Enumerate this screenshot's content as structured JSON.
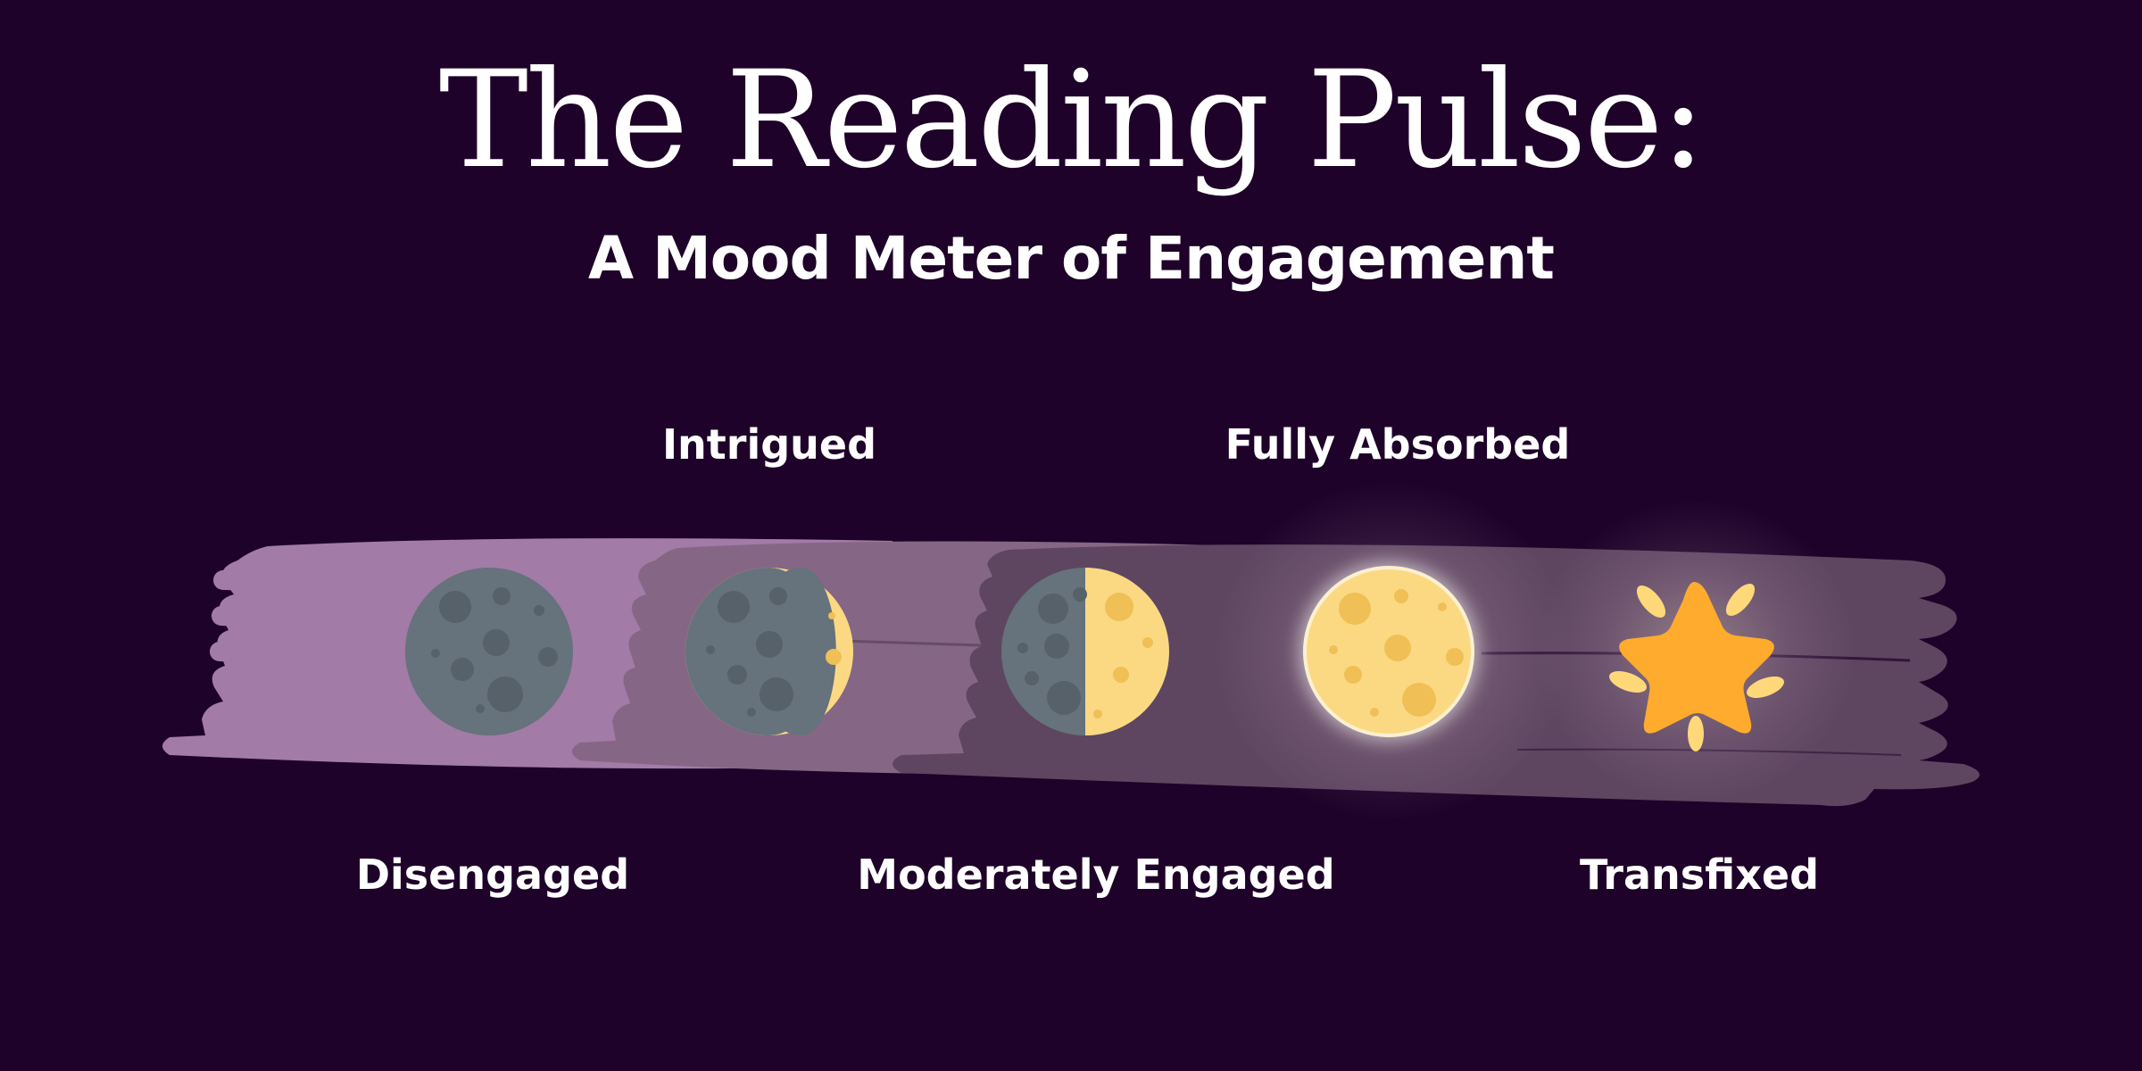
{
  "title": "The Reading Pulse:",
  "subtitle": "A Mood Meter of Engagement",
  "stages": [
    {
      "label": "Disengaged",
      "phase": "new-moon"
    },
    {
      "label": "Intrigued",
      "phase": "waxing-crescent"
    },
    {
      "label": "Moderately Engaged",
      "phase": "first-quarter"
    },
    {
      "label": "Fully Absorbed",
      "phase": "full-moon"
    },
    {
      "label": "Transfixed",
      "phase": "star"
    }
  ],
  "colors": {
    "background": "#1e0229",
    "stroke_light": "#a27ba6",
    "stroke_mid": "#866685",
    "stroke_dark": "#5e4660",
    "moon_dark": "#66727c",
    "moon_crater": "#56616a",
    "moon_light": "#fbd983",
    "moon_light_crater": "#f0bf55",
    "star": "#ffab2e",
    "star_rays": "#ffd87a"
  }
}
